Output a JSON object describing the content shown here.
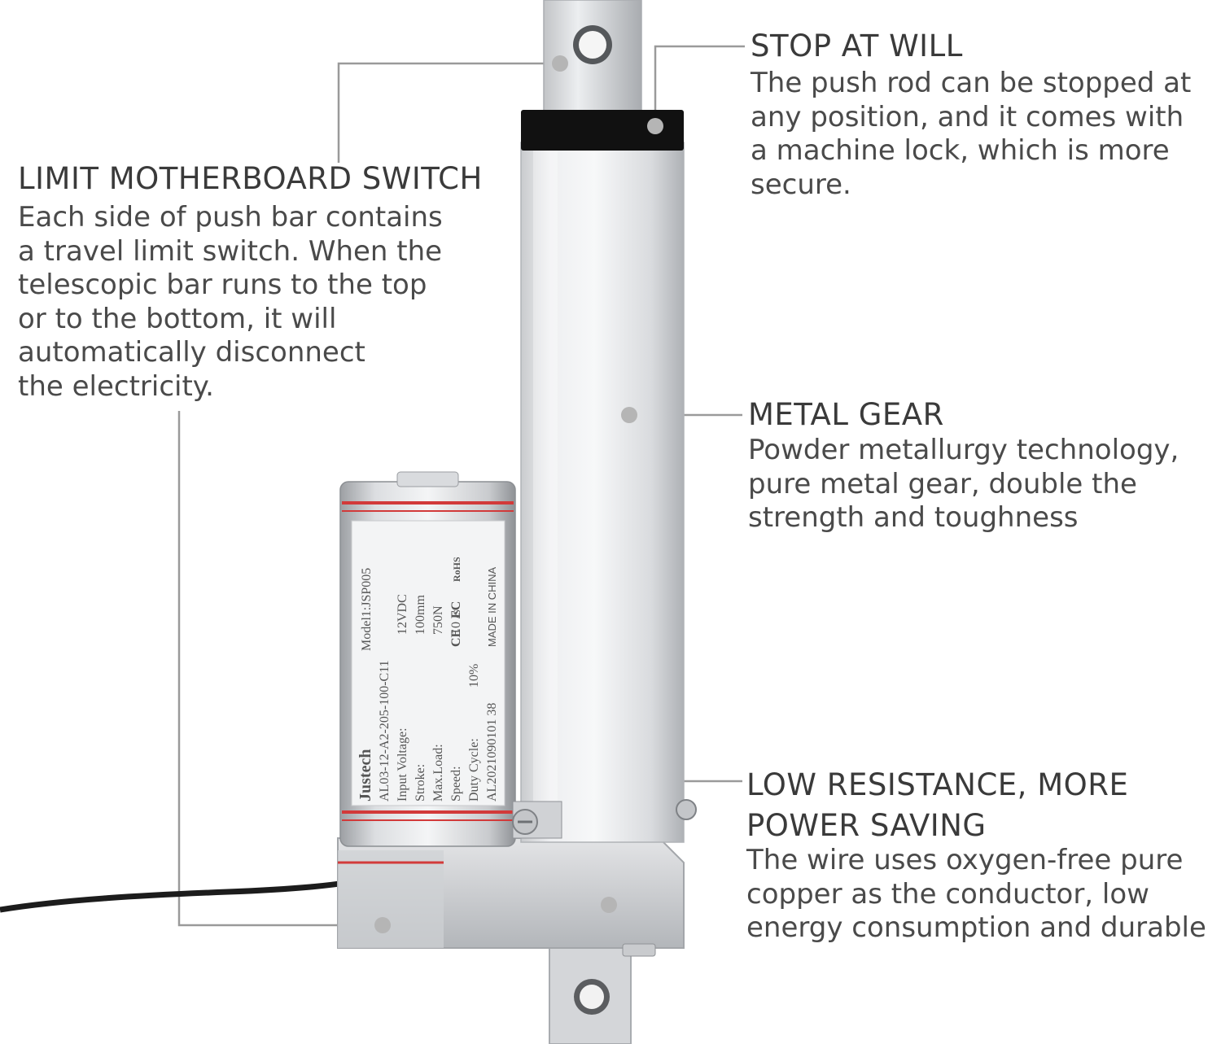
{
  "features": [
    {
      "title": "STOP AT WILL",
      "lines": [
        "The push rod can be stopped at",
        "any position, and it comes with",
        "a machine lock, which is more",
        "secure."
      ]
    },
    {
      "title": "LIMIT MOTHERBOARD SWITCH",
      "lines": [
        "Each side of push bar contains",
        "a travel limit switch. When the",
        "telescopic bar runs to the top",
        "or to the bottom, it will",
        "automatically disconnect",
        "the electricity."
      ]
    },
    {
      "title": "METAL GEAR",
      "lines": [
        "Powder metallurgy technology,",
        "pure metal gear, double the",
        "strength and toughness"
      ]
    },
    {
      "title_lines": [
        "LOW RESISTANCE, MORE",
        "POWER SAVING"
      ],
      "lines": [
        "The wire uses oxygen-free pure",
        "copper as the conductor, low",
        "energy consumption and durable"
      ]
    }
  ],
  "motor_label": {
    "brand": "Justech",
    "model": "Model1:JSP005",
    "part_number": "AL03-12-A2-205-100-C11",
    "input_voltage_label": "Input Voltage:",
    "input_voltage": "12VDC",
    "stroke_label": "Stroke:",
    "stroke": "100mm",
    "max_load_label": "Max.Load:",
    "max_load": "750N",
    "speed_label": "Speed:",
    "speed": "10  /s",
    "duty_cycle_label": "Duty Cycle:",
    "duty_cycle": "10%",
    "serial": "AL2021090101 38",
    "made_in": "MADE IN CHINA",
    "ce_mark": "CE",
    "fc_mark": "FC",
    "rohs_mark": "RoHS"
  },
  "colors": {
    "text": "#3f3f3f",
    "callout_line": "#9a9a9a",
    "dot": "#b5b5b5",
    "motor_stripe": "#d23a3a",
    "rod_cap": "#111111"
  }
}
